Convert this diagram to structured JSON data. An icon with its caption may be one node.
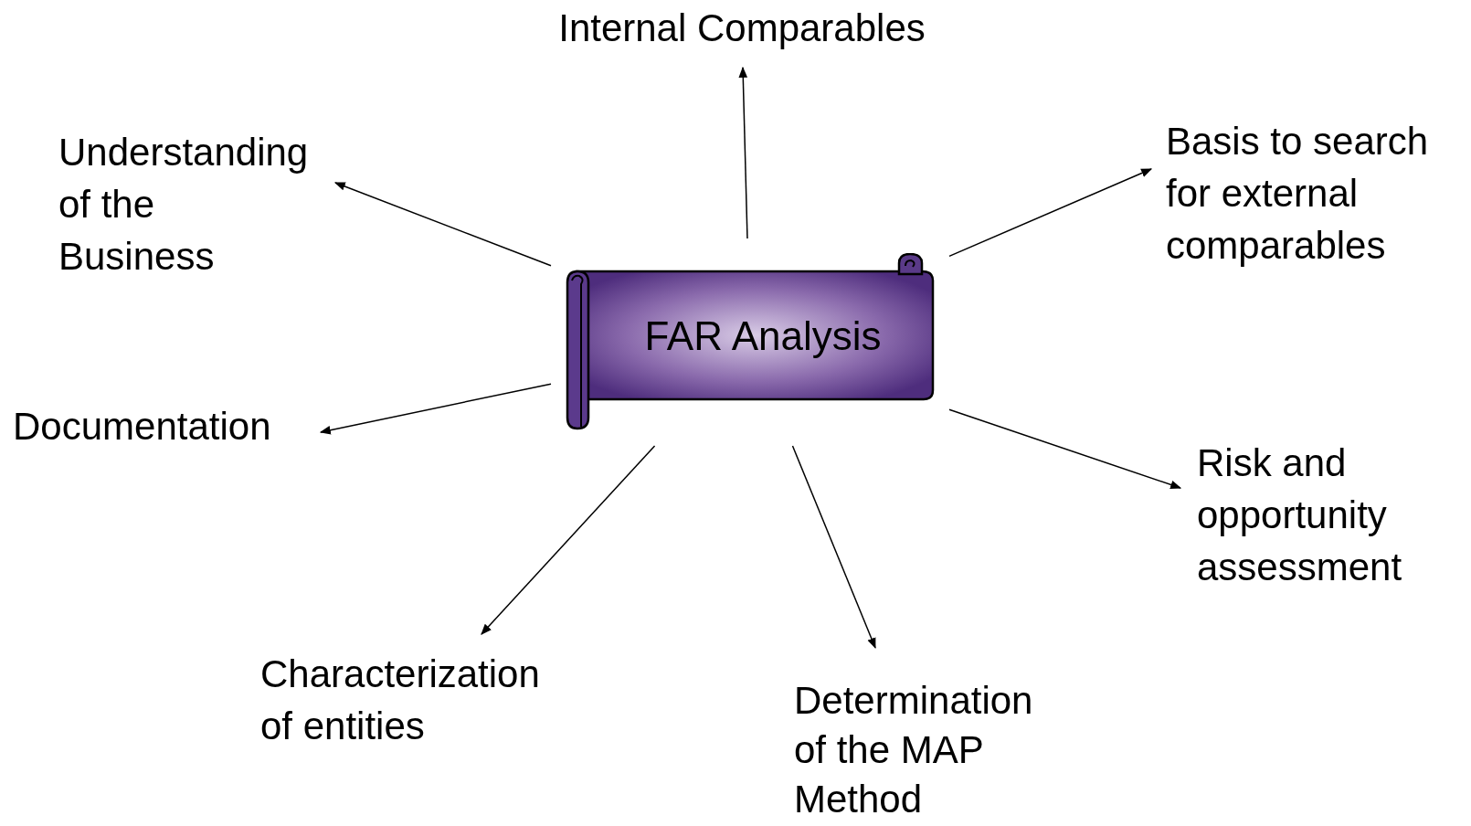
{
  "diagram": {
    "nodes": [
      {
        "text": [
          "Internal Comparables"
        ]
      },
      {
        "text": [
          "Understanding of the Business"
        ]
      },
      {
        "text": [
          "Basis to search for external comparables"
        ]
      },
      {
        "text": [
          "FAR Analysis"
        ]
      },
      {
        "text": [
          "Documentation"
        ]
      },
      {
        "text": [
          "Risk and opportunity assessment"
        ]
      },
      {
        "text": [
          "Characterization of entities"
        ]
      },
      {
        "text": [
          "Determination of the MAP Method"
        ]
      }
    ],
    "edges": [
      {
        "from": 3,
        "to": 0,
        "arrow": "to"
      },
      {
        "from": 3,
        "to": 1,
        "arrow": "to"
      },
      {
        "from": 3,
        "to": 2,
        "arrow": "to"
      },
      {
        "from": 3,
        "to": 4,
        "arrow": "to"
      },
      {
        "from": 3,
        "to": 5,
        "arrow": "to"
      },
      {
        "from": 3,
        "to": 6,
        "arrow": "to"
      },
      {
        "from": 3,
        "to": 7,
        "arrow": "to"
      }
    ]
  }
}
